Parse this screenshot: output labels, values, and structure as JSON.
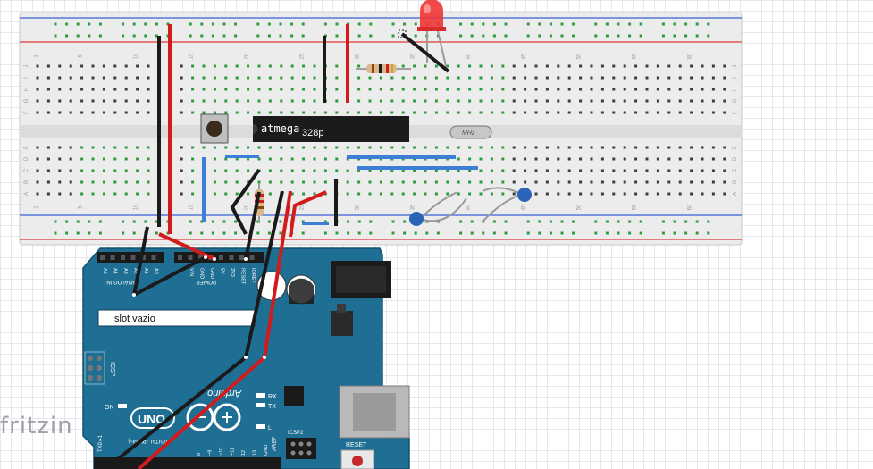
{
  "app": {
    "watermark": "fritzin"
  },
  "breadboard": {
    "column_numbers": [
      "1",
      "5",
      "10",
      "15",
      "20",
      "25",
      "30",
      "35",
      "40",
      "45",
      "50",
      "55",
      "60"
    ],
    "row_letters_top": [
      "J",
      "I",
      "H",
      "G",
      "F"
    ],
    "row_letters_bottom": [
      "E",
      "D",
      "C",
      "B",
      "A"
    ]
  },
  "chip": {
    "label": "atmega",
    "sublabel": "328p"
  },
  "crystal": {
    "label": "MHz"
  },
  "arduino": {
    "logo_text": "UNO",
    "brand_text": "Arduino",
    "empty_slot_label": "slot vazio",
    "analog_label": "ANALOG IN",
    "power_label": "POWER",
    "analog_pins": [
      "A5",
      "A4",
      "A3",
      "A2",
      "A1",
      "A0"
    ],
    "power_pins": [
      "VIN",
      "GND",
      "GND",
      "5V",
      "3V3",
      "RESET",
      "IOREF"
    ],
    "icsp_label": "ICSP",
    "icsp2_label": "ICSP2",
    "on_label": "ON",
    "rx_label": "RX",
    "tx_label": "TX",
    "l_label": "L",
    "reset_label": "RESET",
    "digital_label": "DIGITAL (PWM~)",
    "aref_label": "AREF",
    "txd_label": "TX0 ▸1",
    "digital_pins": [
      "8",
      "~9",
      "~10",
      "~11",
      "12",
      "13",
      "GND"
    ]
  },
  "colors": {
    "board_blue": "#1f6e93",
    "board_blue_dark": "#195a78",
    "breadboard": "#ececec",
    "rail_red": "#e03a3a",
    "rail_blue": "#3a5fd6",
    "hole_green": "#2e9b3a",
    "wire_red": "#d21c1c",
    "wire_black": "#1a1a1a",
    "wire_blue": "#3d7fd6",
    "capacitor": "#2a63b8",
    "led": "#f03535"
  }
}
